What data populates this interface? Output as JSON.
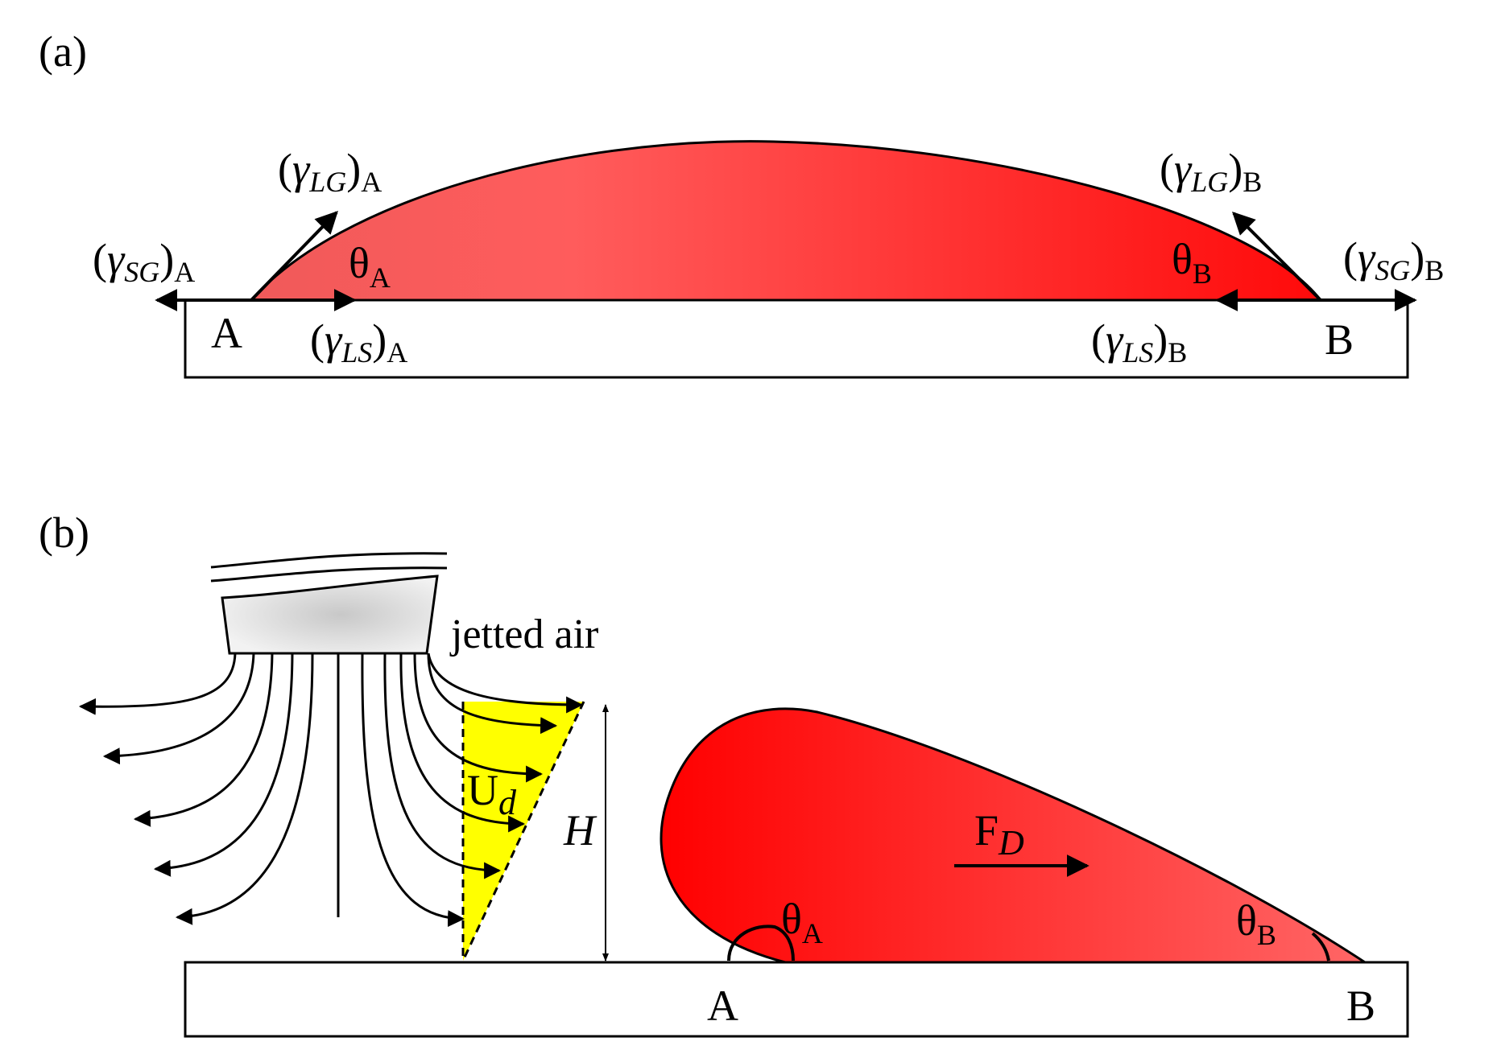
{
  "panel_a": {
    "label": "(a)",
    "gamma": "γ",
    "paren_open": "(",
    "paren_close": ")",
    "sub_LG": "LG",
    "sub_SG": "SG",
    "sub_LS": "LS",
    "suffix_A": "A",
    "suffix_B": "B",
    "theta": "θ",
    "point_A": "A",
    "point_B": "B"
  },
  "panel_b": {
    "label": "(b)",
    "jetted_air": "jetted air",
    "U": "U",
    "U_sub": "d",
    "H": "H",
    "F": "F",
    "F_sub": "D",
    "theta": "θ",
    "theta_A_sub": "A",
    "theta_B_sub": "B",
    "point_A": "A",
    "point_B": "B"
  },
  "colors": {
    "drop_dark": "#ff0000",
    "drop_light": "#ff5a5a",
    "jet_fill": "#ffff00",
    "nozzle": "#d8d8d8"
  }
}
